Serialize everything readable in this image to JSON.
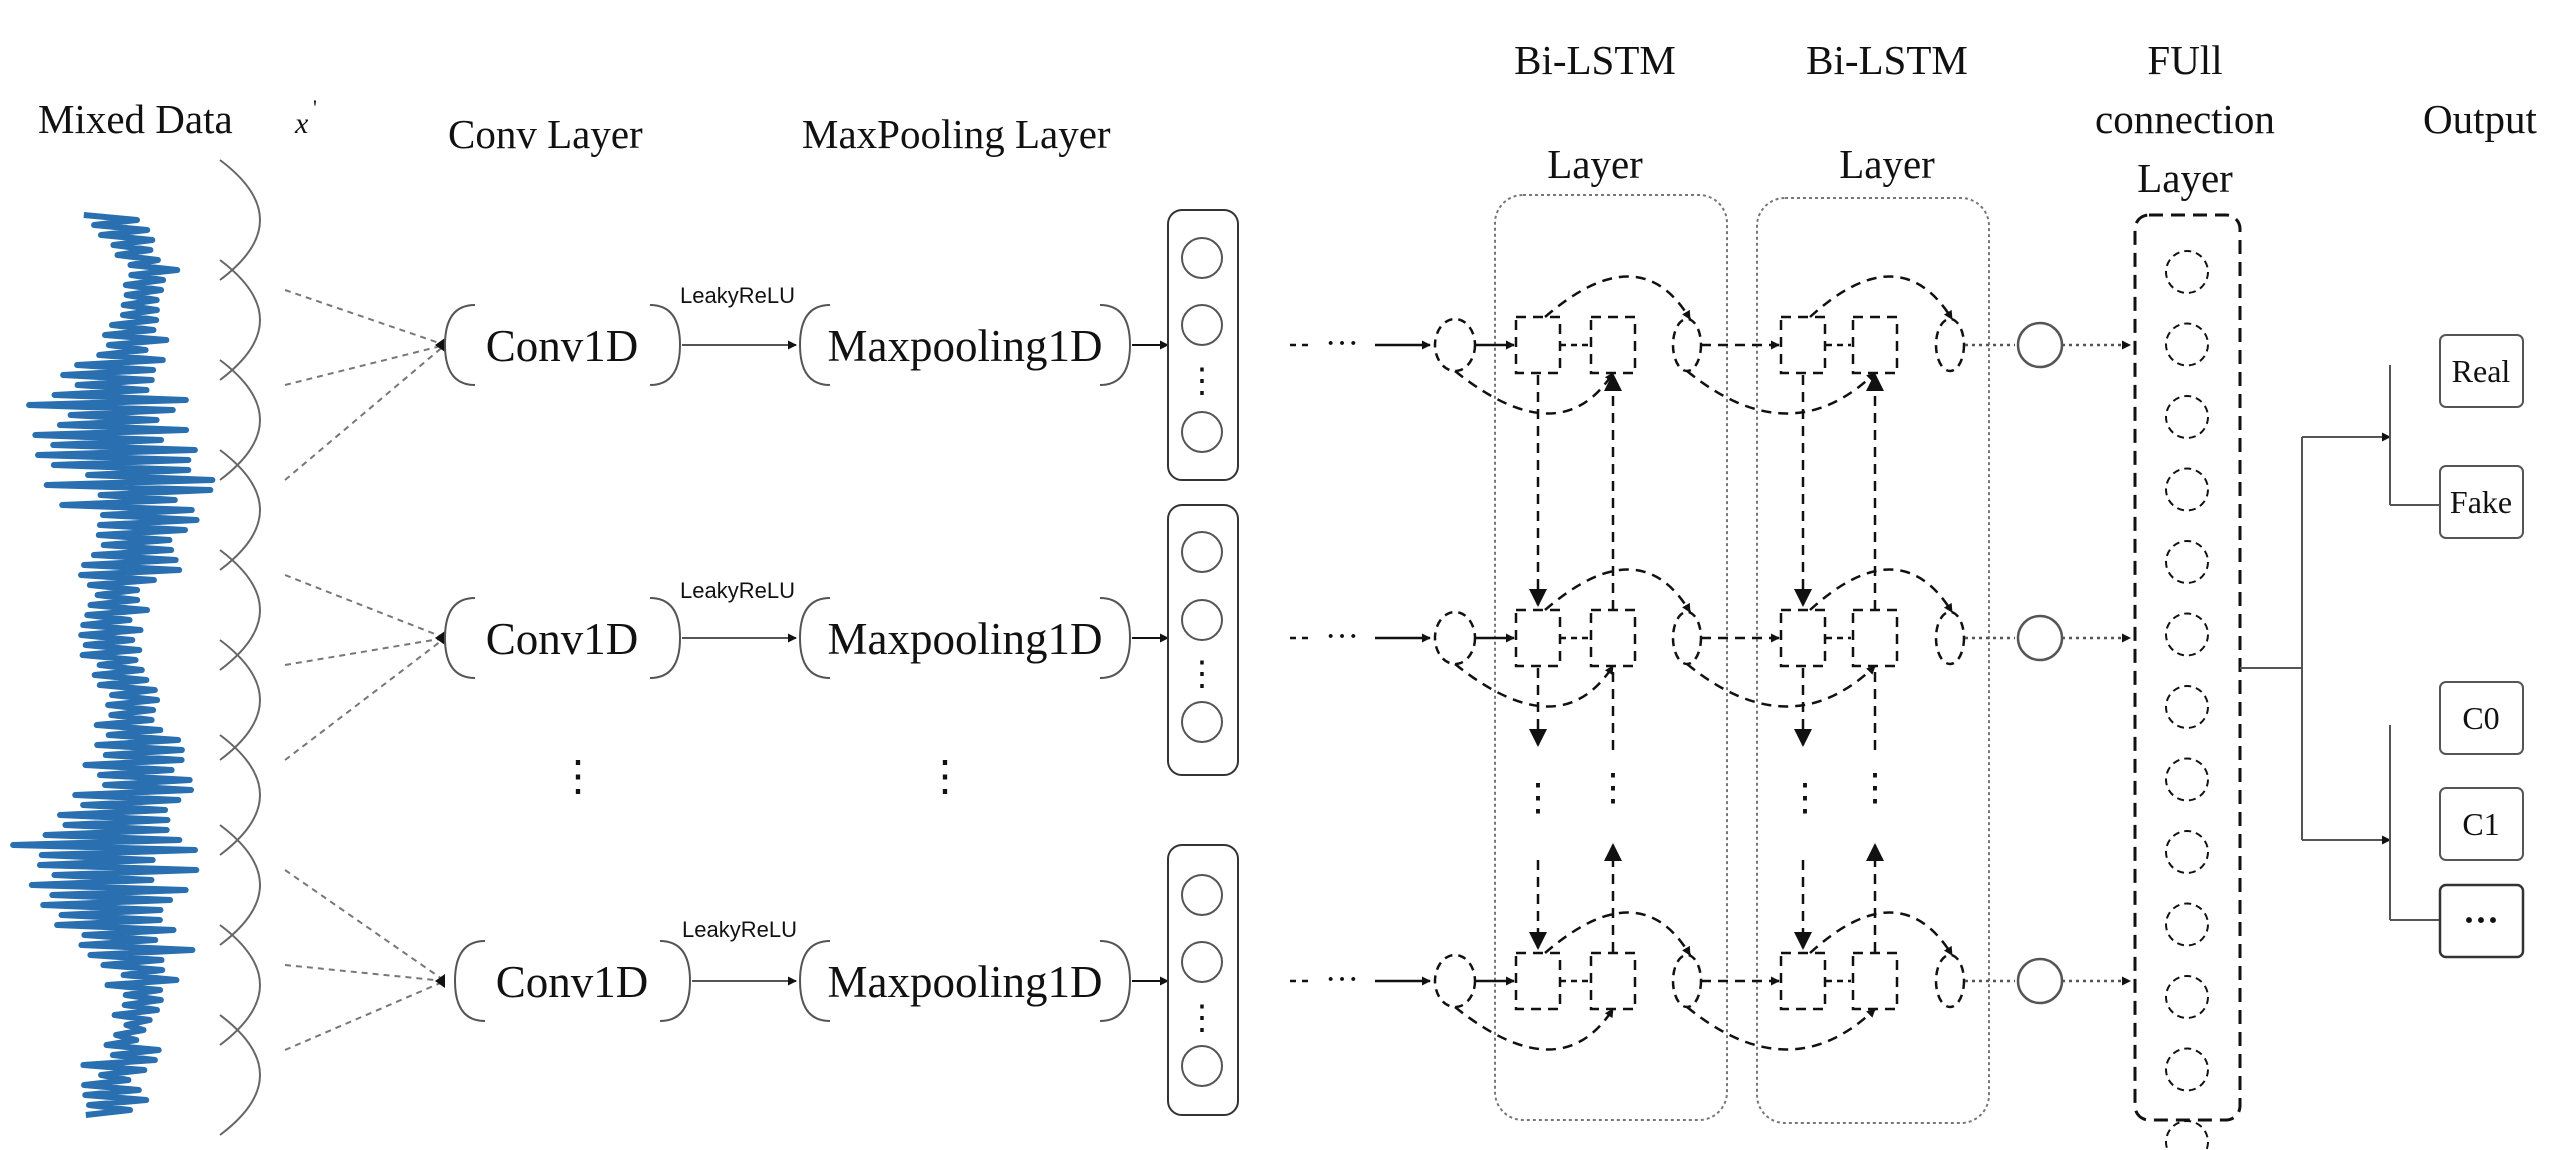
{
  "labels": {
    "mixed_data": "Mixed Data",
    "mixed_var": "x",
    "mixed_prime": "'",
    "conv_layer": "Conv Layer",
    "maxpool_layer": "MaxPooling Layer",
    "bilstm1_line1": "Bi-LSTM",
    "bilstm1_line2": "Layer",
    "bilstm2_line1": "Bi-LSTM",
    "bilstm2_line2": "Layer",
    "fc_line1": "FUll",
    "fc_line2": "connection",
    "fc_line3": "Layer",
    "output": "Output"
  },
  "rows": [
    {
      "conv": "Conv1D",
      "activation": "LeakyReLU",
      "pool": "Maxpooling1D"
    },
    {
      "conv": "Conv1D",
      "activation": "LeakyReLU",
      "pool": "Maxpooling1D"
    },
    {
      "conv": "Conv1D",
      "activation": "LeakyReLU",
      "pool": "Maxpooling1D"
    }
  ],
  "ellipsis": "⋮",
  "hellipsis": "···",
  "outputs": [
    "Real",
    "Fake",
    "C0",
    "C1",
    "···"
  ],
  "colors": {
    "signal": "#2a6fb0",
    "line": "#111111",
    "gray": "#666666"
  }
}
